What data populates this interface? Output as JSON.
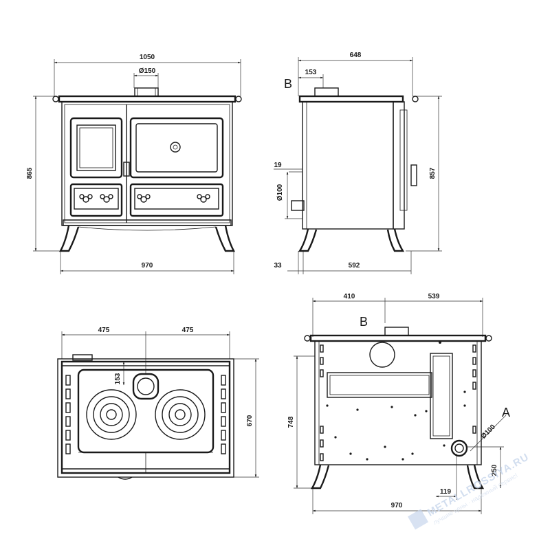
{
  "front_view": {
    "width_total": "1050",
    "flue_diameter": "Ø150",
    "height": "865",
    "width_base": "970"
  },
  "side_view": {
    "depth_total": "648",
    "flue_offset": "153",
    "height": "857",
    "outlet_offset": "19",
    "outlet_diameter": "Ø100",
    "back_offset": "33",
    "depth_base": "592",
    "label_b": "B"
  },
  "top_view": {
    "half_left": "475",
    "half_right": "475",
    "flue_offset": "153",
    "depth": "670"
  },
  "rear_view": {
    "offset_left": "410",
    "offset_right": "539",
    "label_b": "B",
    "label_a": "A",
    "height": "748",
    "outlet_diameter": "Ø100",
    "outlet_height": "250",
    "outlet_offset": "119",
    "width_base": "970"
  },
  "watermark": {
    "brand": "METALLROSSIYA.RU",
    "tagline": "лучшие цены · надёжный сервис!"
  }
}
